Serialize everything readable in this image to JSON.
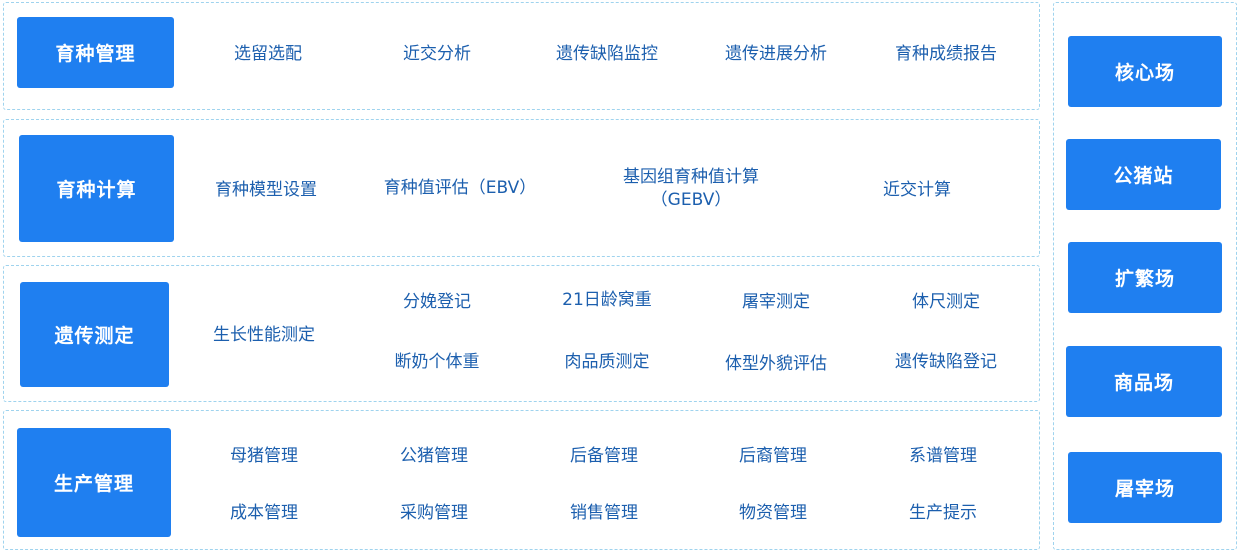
{
  "breeding_management": {
    "title": "育种管理",
    "items": [
      "选留选配",
      "近交分析",
      "遗传缺陷监控",
      "遗传进展分析",
      "育种成绩报告"
    ]
  },
  "breeding_calculation": {
    "title": "育种计算",
    "items": [
      "育种模型设置",
      "育种值评估（EBV）",
      "基因组育种值计算",
      "（GEBV）",
      "近交计算"
    ]
  },
  "genetic_testing": {
    "title": "遗传测定",
    "items": [
      "生长性能测定",
      "分娩登记",
      "21日龄窝重",
      "屠宰测定",
      "体尺测定",
      "断奶个体重",
      "肉品质测定",
      "体型外貌评估",
      "遗传缺陷登记"
    ]
  },
  "production_management": {
    "title": "生产管理",
    "items": [
      "母猪管理",
      "公猪管理",
      "后备管理",
      "后裔管理",
      "系谱管理",
      "成本管理",
      "采购管理",
      "销售管理",
      "物资管理",
      "生产提示"
    ]
  },
  "farm_types": [
    "核心场",
    "公猪站",
    "扩繁场",
    "商品场",
    "屠宰场"
  ]
}
